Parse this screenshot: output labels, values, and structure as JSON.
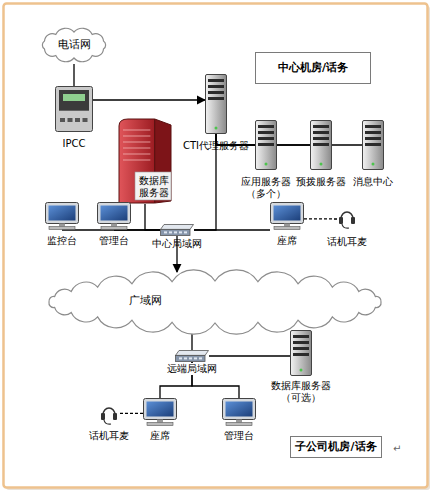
{
  "diagram": {
    "nodes": [
      {
        "text": [
          "电话网"
        ]
      },
      {
        "text": [
          "IPCC"
        ]
      },
      {
        "text": [
          "CTI代理服务器"
        ]
      },
      {
        "text": [
          "中心机房/话务"
        ]
      },
      {
        "text": [
          "数据库 服务器"
        ]
      },
      {
        "text": [
          "应用服务器 （多个）"
        ]
      },
      {
        "text": [
          "预拨服务器"
        ]
      },
      {
        "text": [
          "消息中心"
        ]
      },
      {
        "text": [
          "监控台"
        ]
      },
      {
        "text": [
          "管理台"
        ]
      },
      {
        "text": [
          "中心局域网"
        ]
      },
      {
        "text": [
          "座席"
        ]
      },
      {
        "text": [
          "话机耳麦"
        ]
      },
      {
        "text": [
          "广域网"
        ]
      },
      {
        "text": [
          "远端局域网"
        ]
      },
      {
        "text": [
          "数据库服务器 （可选）"
        ]
      },
      {
        "text": [
          "话机耳麦"
        ]
      },
      {
        "text": [
          "座席"
        ]
      },
      {
        "text": [
          "管理台"
        ]
      },
      {
        "text": [
          "子公司机房/话务"
        ]
      }
    ],
    "edges": [
      {
        "from": 0,
        "to": 1,
        "arrow": "none"
      },
      {
        "from": 1,
        "to": 2,
        "arrow": "to"
      },
      {
        "from": 2,
        "to": 5,
        "arrow": "none"
      },
      {
        "from": 2,
        "to": 6,
        "arrow": "none"
      },
      {
        "from": 2,
        "to": 7,
        "arrow": "none"
      },
      {
        "from": 2,
        "to": 10,
        "arrow": "none"
      },
      {
        "from": 4,
        "to": 10,
        "arrow": "none"
      },
      {
        "from": 8,
        "to": 10,
        "arrow": "none"
      },
      {
        "from": 9,
        "to": 10,
        "arrow": "none"
      },
      {
        "from": 10,
        "to": 11,
        "arrow": "none"
      },
      {
        "from": 11,
        "to": 12,
        "arrow": "none"
      },
      {
        "from": 10,
        "to": 13,
        "arrow": "to"
      },
      {
        "from": 13,
        "to": 14,
        "arrow": "none"
      },
      {
        "from": 14,
        "to": 15,
        "arrow": "none"
      },
      {
        "from": 14,
        "to": 17,
        "arrow": "none"
      },
      {
        "from": 14,
        "to": 18,
        "arrow": "none"
      },
      {
        "from": 17,
        "to": 16,
        "arrow": "none"
      }
    ],
    "labels": [
      "↵"
    ]
  }
}
